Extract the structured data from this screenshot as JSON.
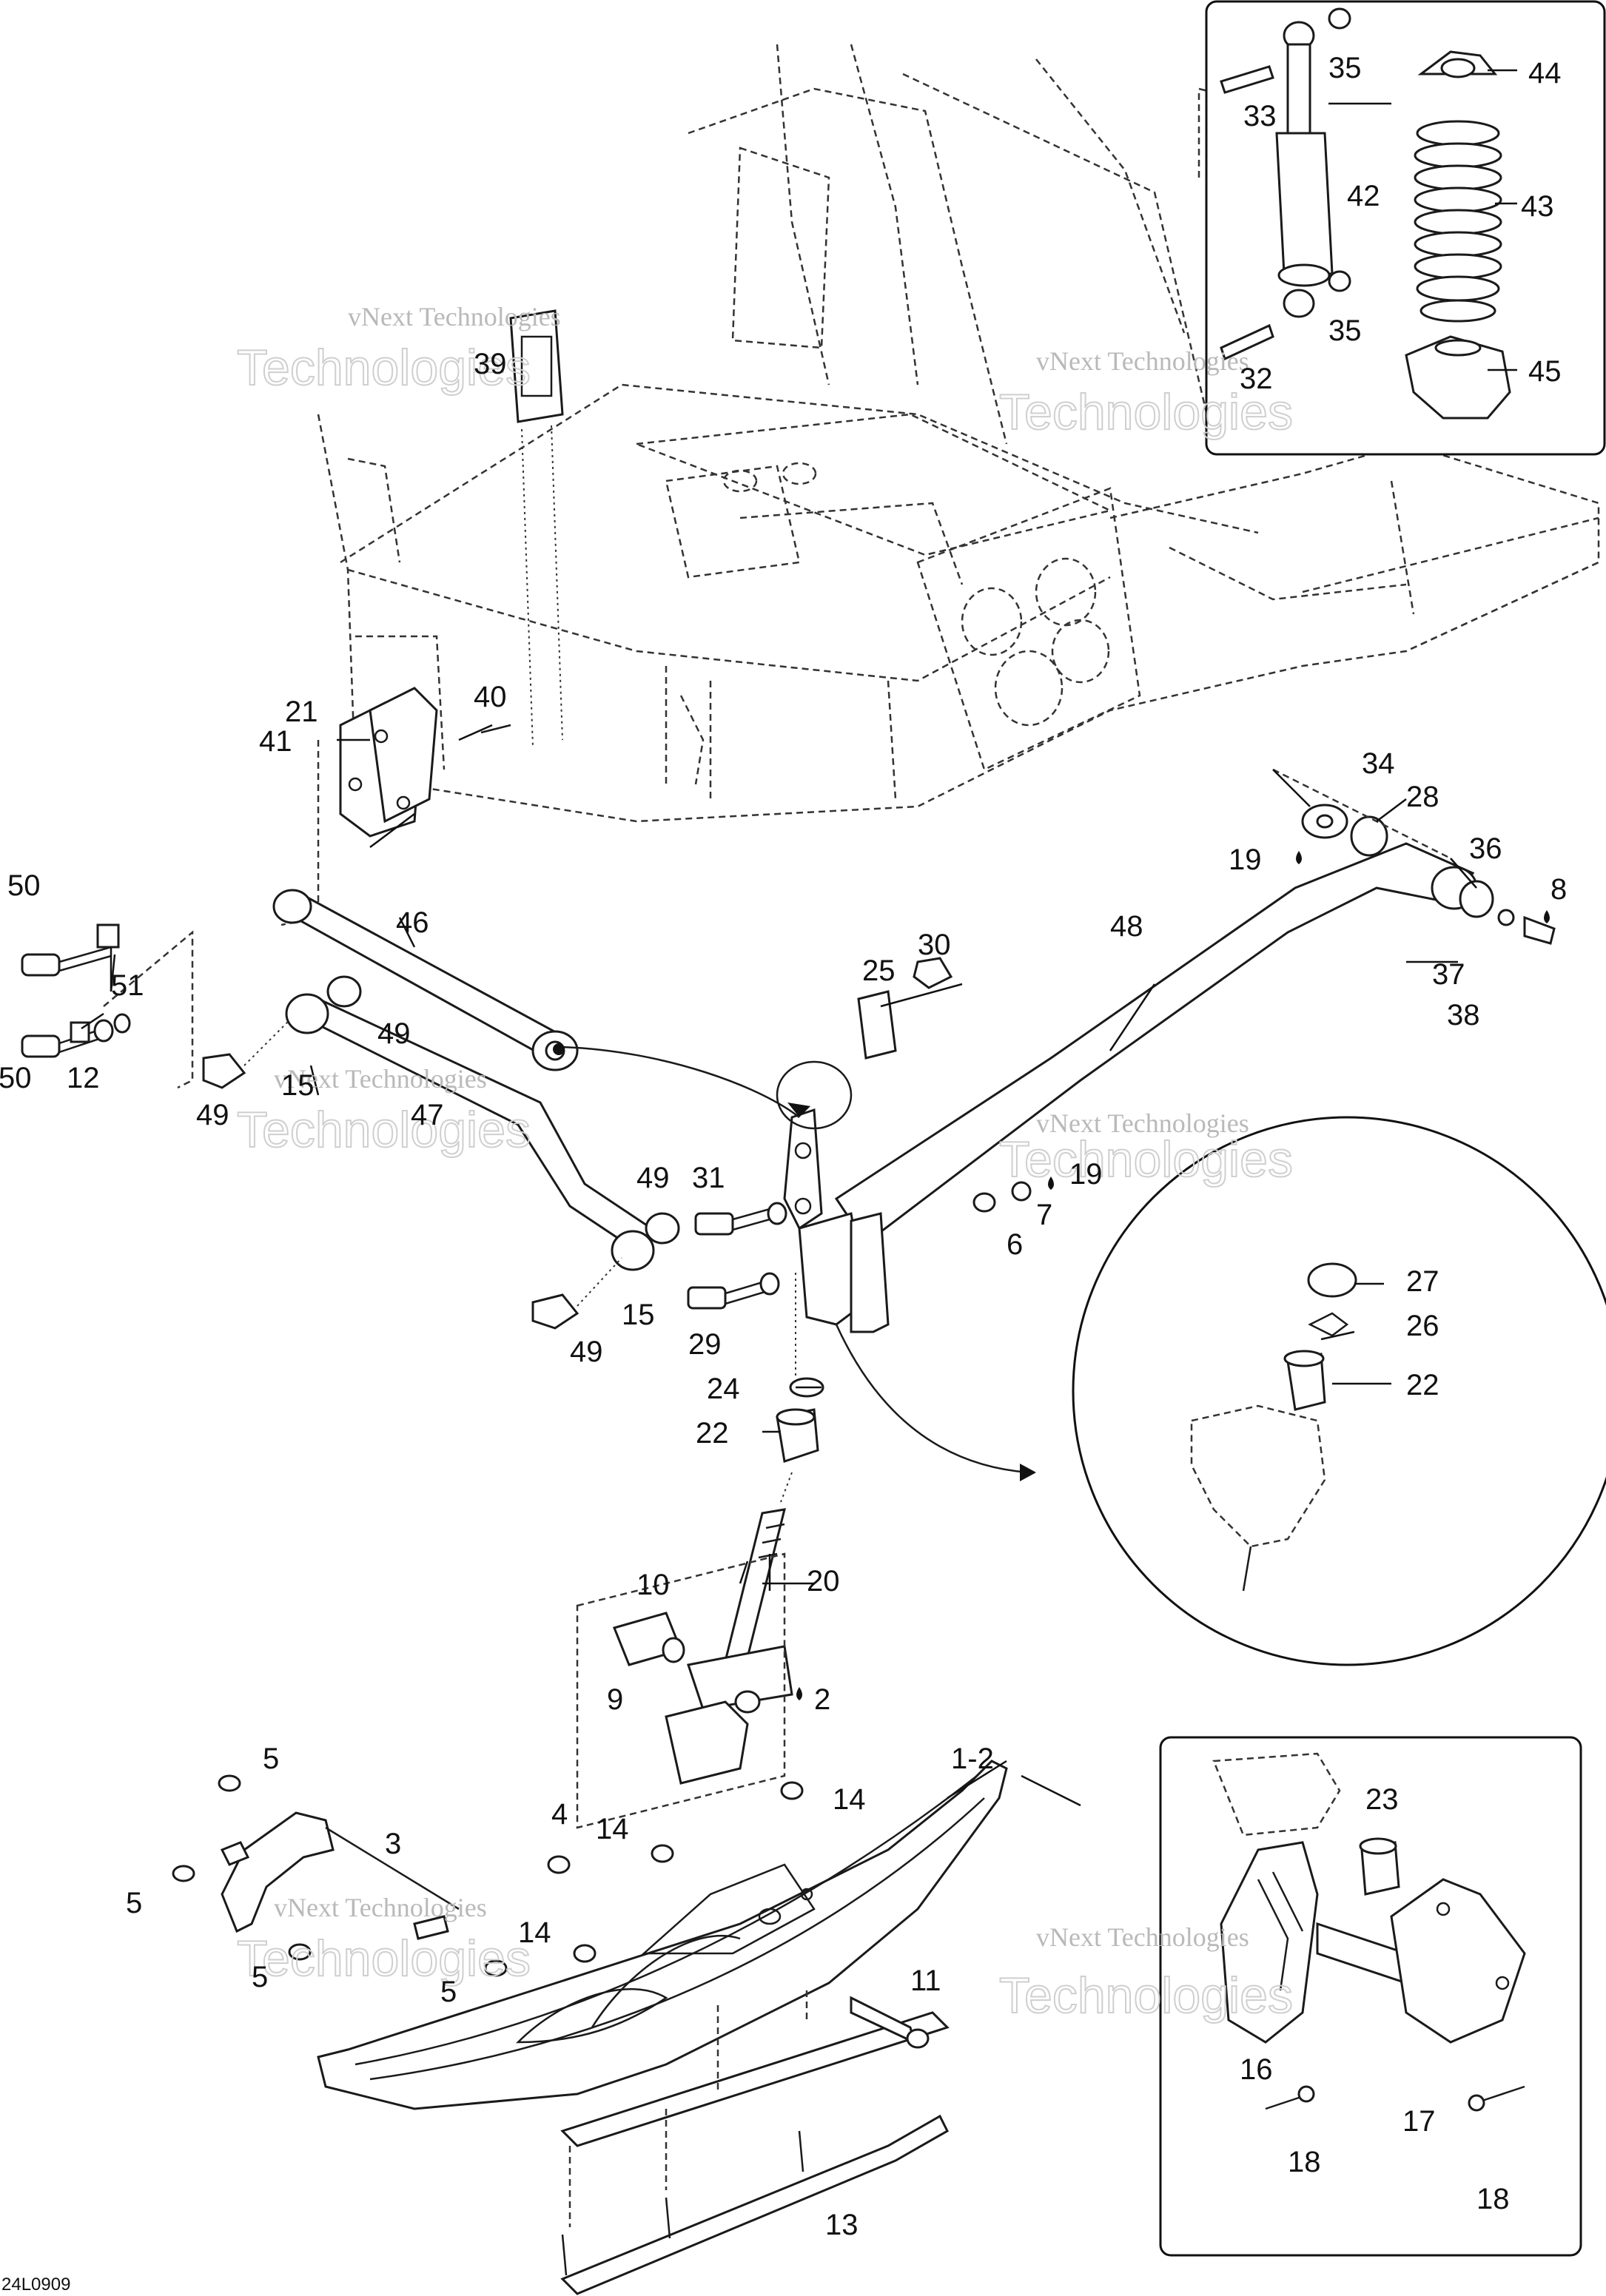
{
  "drawing_ref": "24L0909",
  "watermark": {
    "line1": "vNext Technologies",
    "line2": "Technologies"
  },
  "callouts": [
    {
      "id": "c1-2",
      "text": "1-2"
    },
    {
      "id": "c2",
      "text": "2"
    },
    {
      "id": "c3",
      "text": "3"
    },
    {
      "id": "c4",
      "text": "4"
    },
    {
      "id": "c5a",
      "text": "5"
    },
    {
      "id": "c5b",
      "text": "5"
    },
    {
      "id": "c5c",
      "text": "5"
    },
    {
      "id": "c5d",
      "text": "5"
    },
    {
      "id": "c6",
      "text": "6"
    },
    {
      "id": "c7",
      "text": "7"
    },
    {
      "id": "c8",
      "text": "8"
    },
    {
      "id": "c9",
      "text": "9"
    },
    {
      "id": "c10",
      "text": "10"
    },
    {
      "id": "c11",
      "text": "11"
    },
    {
      "id": "c12",
      "text": "12"
    },
    {
      "id": "c13",
      "text": "13"
    },
    {
      "id": "c14a",
      "text": "14"
    },
    {
      "id": "c14b",
      "text": "14"
    },
    {
      "id": "c14c",
      "text": "14"
    },
    {
      "id": "c15a",
      "text": "15"
    },
    {
      "id": "c15b",
      "text": "15"
    },
    {
      "id": "c16",
      "text": "16"
    },
    {
      "id": "c17",
      "text": "17"
    },
    {
      "id": "c18a",
      "text": "18"
    },
    {
      "id": "c18b",
      "text": "18"
    },
    {
      "id": "c19a",
      "text": "19"
    },
    {
      "id": "c19b",
      "text": "19"
    },
    {
      "id": "c20",
      "text": "20"
    },
    {
      "id": "c21",
      "text": "21"
    },
    {
      "id": "c22a",
      "text": "22"
    },
    {
      "id": "c22b",
      "text": "22"
    },
    {
      "id": "c23",
      "text": "23"
    },
    {
      "id": "c24",
      "text": "24"
    },
    {
      "id": "c25",
      "text": "25"
    },
    {
      "id": "c26",
      "text": "26"
    },
    {
      "id": "c27",
      "text": "27"
    },
    {
      "id": "c28",
      "text": "28"
    },
    {
      "id": "c29",
      "text": "29"
    },
    {
      "id": "c30",
      "text": "30"
    },
    {
      "id": "c31",
      "text": "31"
    },
    {
      "id": "c32",
      "text": "32"
    },
    {
      "id": "c33",
      "text": "33"
    },
    {
      "id": "c34",
      "text": "34"
    },
    {
      "id": "c35a",
      "text": "35"
    },
    {
      "id": "c35b",
      "text": "35"
    },
    {
      "id": "c36",
      "text": "36"
    },
    {
      "id": "c37",
      "text": "37"
    },
    {
      "id": "c38",
      "text": "38"
    },
    {
      "id": "c39",
      "text": "39"
    },
    {
      "id": "c40",
      "text": "40"
    },
    {
      "id": "c41",
      "text": "41"
    },
    {
      "id": "c42",
      "text": "42"
    },
    {
      "id": "c43",
      "text": "43"
    },
    {
      "id": "c44",
      "text": "44"
    },
    {
      "id": "c45",
      "text": "45"
    },
    {
      "id": "c46",
      "text": "46"
    },
    {
      "id": "c47",
      "text": "47"
    },
    {
      "id": "c48",
      "text": "48"
    },
    {
      "id": "c49a",
      "text": "49"
    },
    {
      "id": "c49b",
      "text": "49"
    },
    {
      "id": "c49c",
      "text": "49"
    },
    {
      "id": "c49d",
      "text": "49"
    },
    {
      "id": "c50a",
      "text": "50"
    },
    {
      "id": "c50b",
      "text": "50"
    },
    {
      "id": "c51",
      "text": "51"
    }
  ]
}
